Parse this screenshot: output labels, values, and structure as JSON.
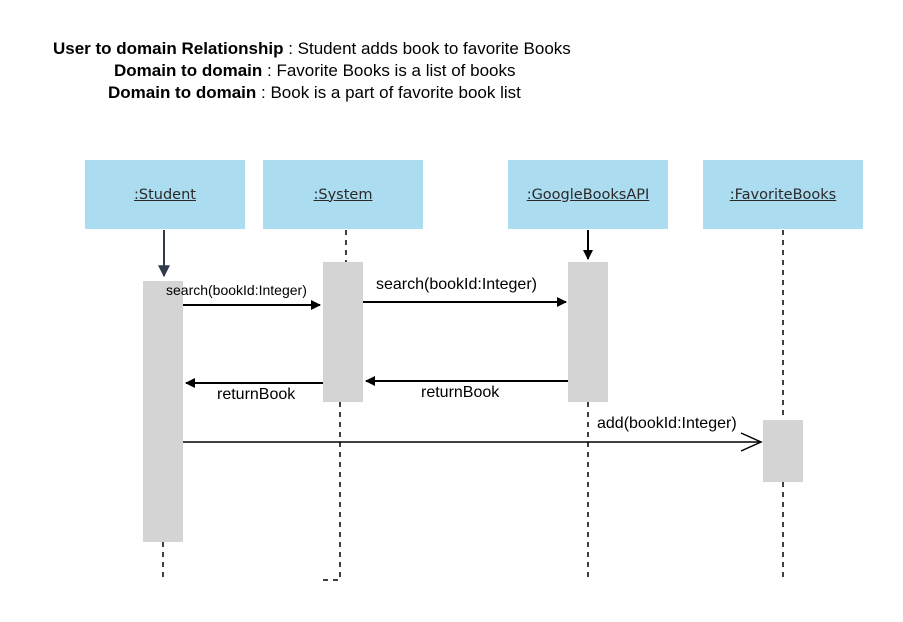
{
  "header": {
    "lines": [
      {
        "bold": "User to domain Relationship",
        "rest": " : Student adds book to favorite Books"
      },
      {
        "bold": "Domain to domain",
        "rest": " : Favorite Books is a list of books"
      },
      {
        "bold": "Domain to domain",
        "rest": " : Book is a part of favorite book list"
      }
    ]
  },
  "lifelines": [
    ":Student",
    ":System",
    ":GoogleBooksAPI",
    ":FavoriteBooks"
  ],
  "messages": {
    "student_to_system": "search(bookId:Integer)",
    "system_to_api": "search(bookId:Integer)",
    "api_to_system": "returnBook",
    "system_to_student": "returnBook",
    "student_to_favorites": "add(bookId:Integer)"
  },
  "colors": {
    "lifeline_box": "#abdcf0",
    "activation": "#d4d4d4"
  }
}
